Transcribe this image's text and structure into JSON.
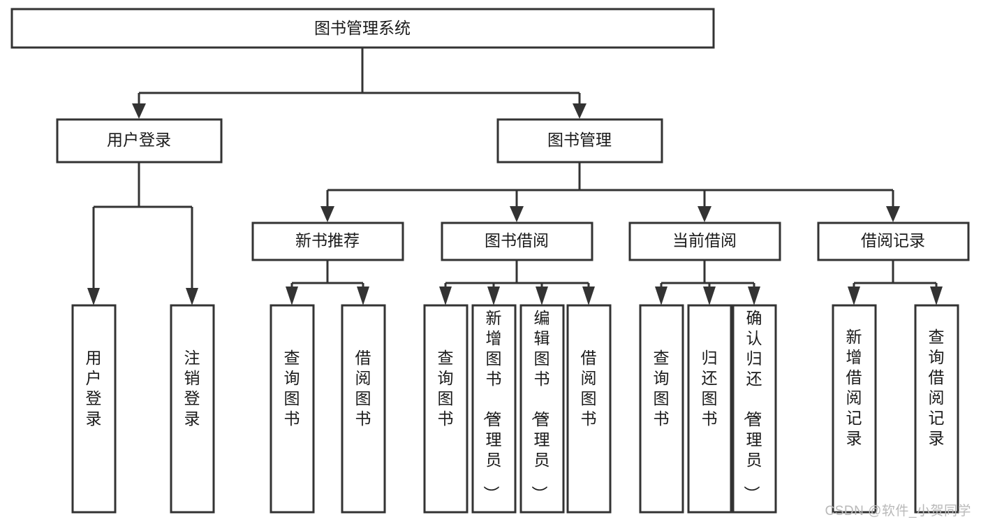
{
  "diagram": {
    "type": "tree-hierarchy-chart",
    "title": "图书管理系统",
    "watermark": "CSDN @软件_小贺同学",
    "colors": {
      "stroke": "#333333",
      "fill": "#ffffff",
      "text": "#1a1a1a",
      "watermark": "#b9b9b9"
    },
    "nodes": {
      "root": {
        "label": "图书管理系统",
        "orientation": "horizontal"
      },
      "level2": [
        {
          "id": "user-login",
          "label": "用户登录",
          "orientation": "horizontal"
        },
        {
          "id": "book-management",
          "label": "图书管理",
          "orientation": "horizontal"
        }
      ],
      "level3": [
        {
          "id": "new-book-recommend",
          "label": "新书推荐",
          "orientation": "horizontal"
        },
        {
          "id": "book-borrow",
          "label": "图书借阅",
          "orientation": "horizontal"
        },
        {
          "id": "current-borrow",
          "label": "当前借阅",
          "orientation": "horizontal"
        },
        {
          "id": "borrow-record",
          "label": "借阅记录",
          "orientation": "horizontal"
        }
      ],
      "leaves": {
        "user-login": [
          {
            "id": "leaf-user-login",
            "label": "用户登录",
            "orientation": "vertical"
          },
          {
            "id": "leaf-logout",
            "label": "注销登录",
            "orientation": "vertical"
          }
        ],
        "new-book-recommend": [
          {
            "id": "leaf-query-book-1",
            "label": "查询图书",
            "orientation": "vertical"
          },
          {
            "id": "leaf-borrow-book-1",
            "label": "借阅图书",
            "orientation": "vertical"
          }
        ],
        "book-borrow": [
          {
            "id": "leaf-query-book-2",
            "label": "查询图书",
            "orientation": "vertical"
          },
          {
            "id": "leaf-add-book",
            "label": "新增图书（管理员）",
            "orientation": "vertical"
          },
          {
            "id": "leaf-edit-book",
            "label": "编辑图书（管理员）",
            "orientation": "vertical"
          },
          {
            "id": "leaf-borrow-book-2",
            "label": "借阅图书",
            "orientation": "vertical"
          }
        ],
        "current-borrow": [
          {
            "id": "leaf-query-book-3",
            "label": "查询图书",
            "orientation": "vertical"
          },
          {
            "id": "leaf-return-book",
            "label": "归还图书",
            "orientation": "vertical"
          },
          {
            "id": "leaf-confirm-return",
            "label": "确认归还（管理员）",
            "orientation": "vertical"
          }
        ],
        "borrow-record": [
          {
            "id": "leaf-add-record",
            "label": "新增借阅记录",
            "orientation": "vertical"
          },
          {
            "id": "leaf-query-record",
            "label": "查询借阅记录",
            "orientation": "vertical"
          }
        ]
      }
    }
  }
}
